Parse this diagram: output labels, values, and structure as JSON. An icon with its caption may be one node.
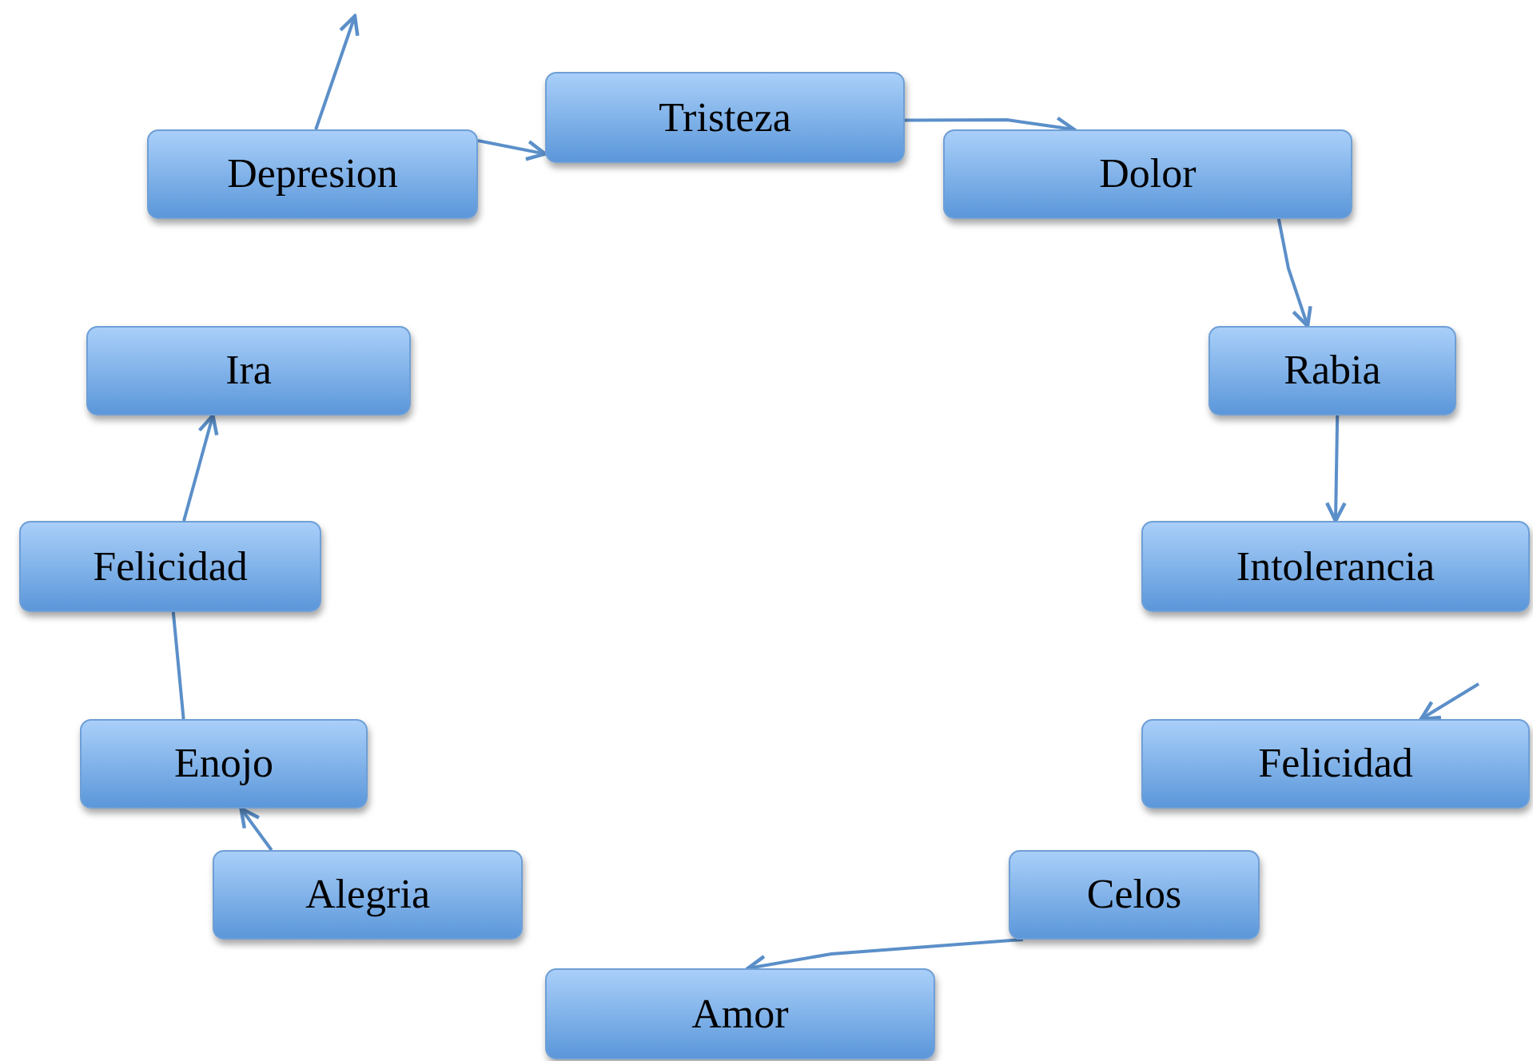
{
  "diagram": {
    "nodes": [
      {
        "text": [
          "Tristeza"
        ]
      },
      {
        "text": [
          "Depresion"
        ]
      },
      {
        "text": [
          "Dolor"
        ]
      },
      {
        "text": [
          "Ira"
        ]
      },
      {
        "text": [
          "Rabia"
        ]
      },
      {
        "text": [
          "Felicidad"
        ]
      },
      {
        "text": [
          "Intolerancia"
        ]
      },
      {
        "text": [
          "Enojo"
        ]
      },
      {
        "text": [
          "Felicidad"
        ]
      },
      {
        "text": [
          "Alegria"
        ]
      },
      {
        "text": [
          "Celos"
        ]
      },
      {
        "text": [
          "Amor"
        ]
      }
    ],
    "edges": [
      {
        "from": 1,
        "to": 0,
        "arrow": "to"
      },
      {
        "from": 0,
        "to": 2,
        "arrow": "to"
      },
      {
        "from": 2,
        "to": 4,
        "arrow": "to"
      },
      {
        "from": 4,
        "to": 6,
        "arrow": "to"
      },
      {
        "from": null,
        "to": 8,
        "arrow": "to"
      },
      {
        "from": 10,
        "to": 11,
        "arrow": "to"
      },
      {
        "from": 9,
        "to": 7,
        "arrow": "to"
      },
      {
        "from": 7,
        "to": 5,
        "arrow": "none"
      },
      {
        "from": 5,
        "to": 3,
        "arrow": "to"
      },
      {
        "from": 1,
        "to": null,
        "arrow": "to"
      }
    ]
  }
}
